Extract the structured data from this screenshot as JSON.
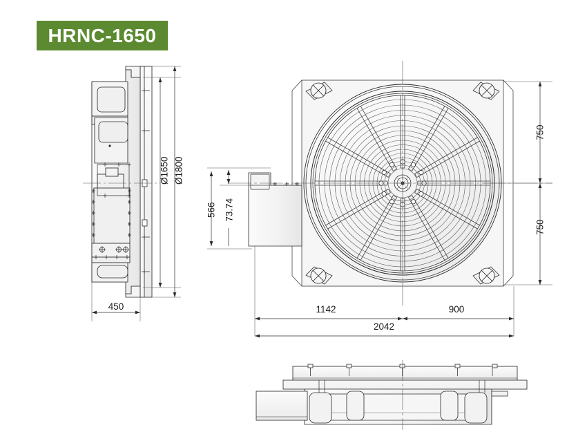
{
  "title_badge": {
    "label": "HRNC-1650",
    "bg_color": "#5b8a30",
    "text_color": "#ffffff"
  },
  "drawing": {
    "kind": "engineering-dimension-drawing",
    "subject": "CNC rotary table HRNC-1650",
    "line_color": "#2b2b2b",
    "fill_light": "#f2f2f2",
    "background": "#ffffff",
    "views": [
      {
        "name": "side-view",
        "position": "left"
      },
      {
        "name": "front-view",
        "position": "center"
      },
      {
        "name": "bottom-view",
        "position": "bottom"
      }
    ]
  },
  "dimensions": {
    "side_view": {
      "dia_table": "Ø1650",
      "dia_base": "Ø1800",
      "width_450": "450"
    },
    "front_view": {
      "height_566": "566",
      "height_73_74": "73.74",
      "up_750": "750",
      "down_750": "750",
      "left_1142": "1142",
      "right_900": "900",
      "total_2042": "2042"
    }
  }
}
